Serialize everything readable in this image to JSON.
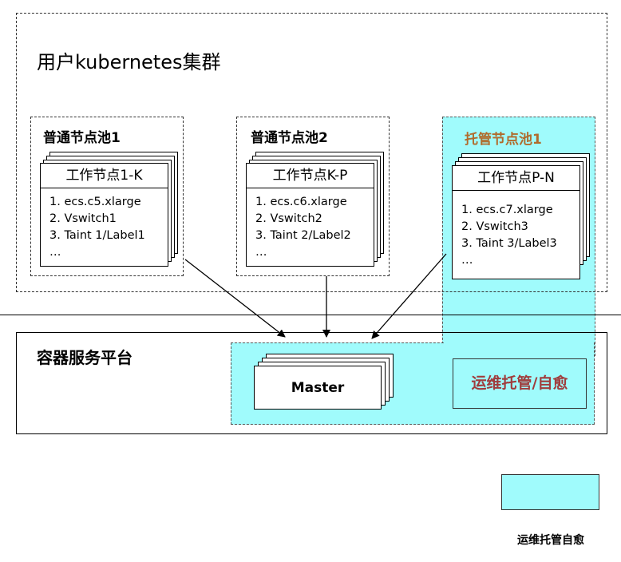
{
  "cluster": {
    "title": "用户kubernetes集群"
  },
  "platform": {
    "title": "容器服务平台"
  },
  "pools": [
    {
      "title": "普通节点池1",
      "card_title": "工作节点1-K",
      "items": [
        "1. ecs.c5.xlarge",
        "2. Vswitch1",
        "3. Taint 1/Label1",
        "…"
      ]
    },
    {
      "title": "普通节点池2",
      "card_title": "工作节点K-P",
      "items": [
        "1. ecs.c6.xlarge",
        "2. Vswitch2",
        "3. Taint 2/Label2",
        "…"
      ]
    },
    {
      "title": "托管节点池1",
      "card_title": "工作节点P-N",
      "items": [
        "1. ecs.c7.xlarge",
        "2. Vswitch3",
        "3. Taint 3/Label3",
        "…"
      ]
    }
  ],
  "master": {
    "label": "Master"
  },
  "self_heal": {
    "label": "运维托管/自愈"
  },
  "legend": {
    "label": "运维托管自愈"
  },
  "colors": {
    "managed": "#a0fbfc",
    "managed_pool_title": "#b06b2c",
    "self_heal_text": "#a03c3c"
  }
}
